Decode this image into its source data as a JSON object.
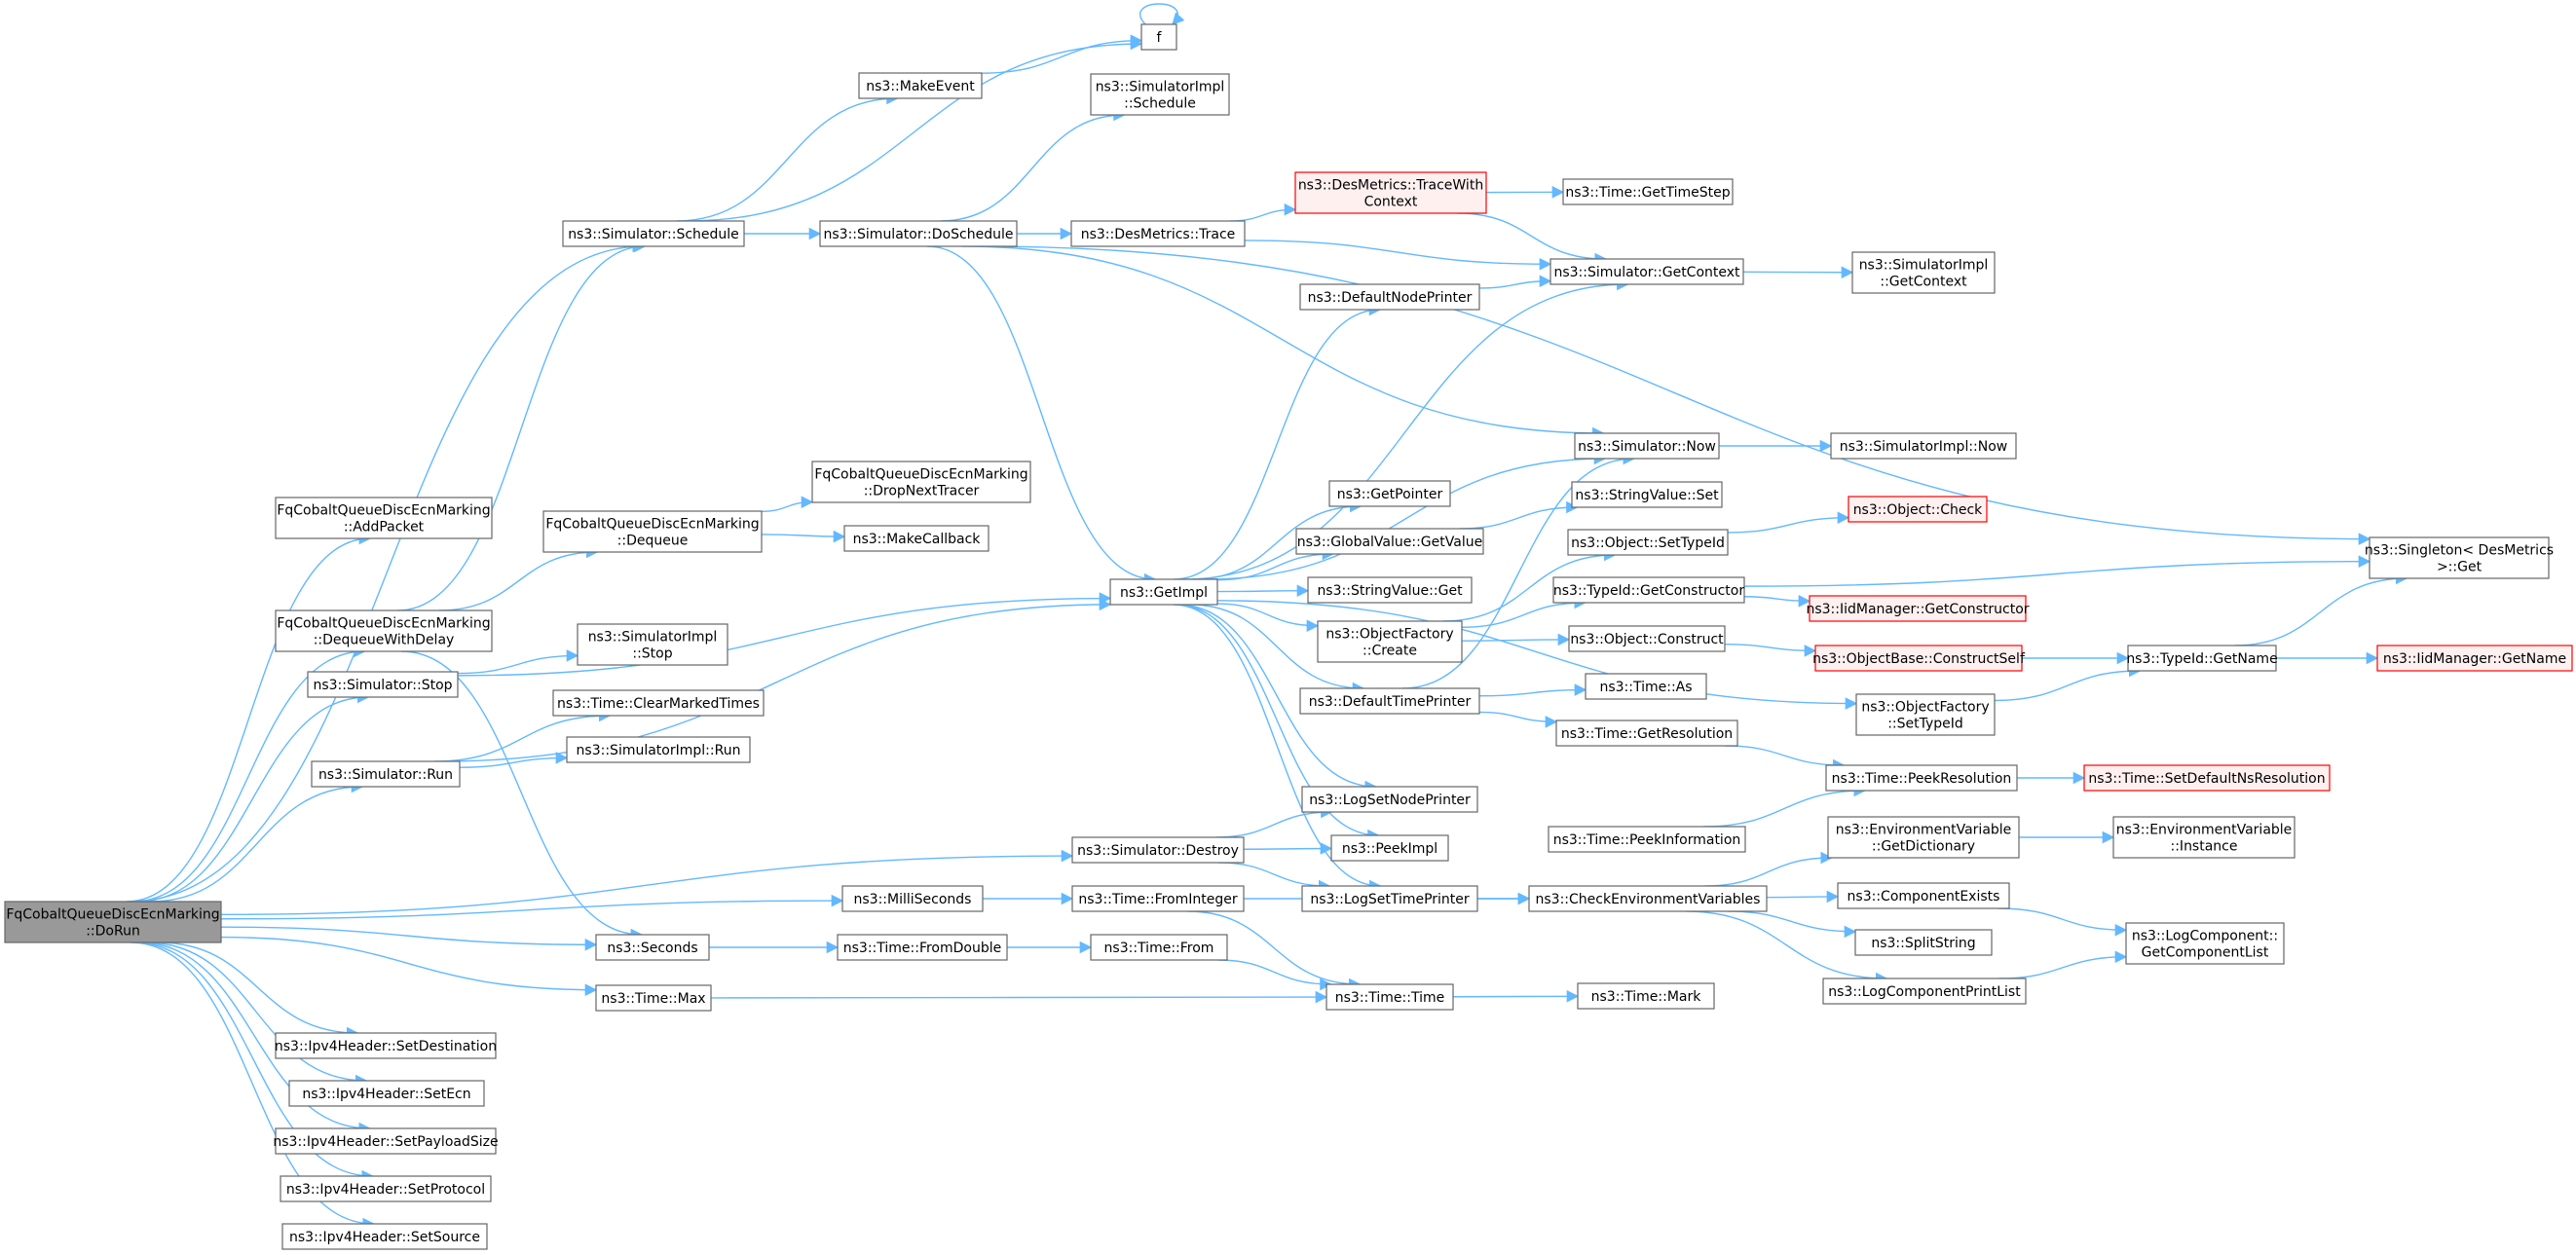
{
  "graph": {
    "edge_color": "#63b8ff",
    "node_border_color": "#666666",
    "root_fill_color": "#999999",
    "highlight_border_color": "#ff0000",
    "nodes": [
      {
        "id": "dorun",
        "lines": [
          "FqCobaltQueueDiscEcnMarking",
          "::DoRun"
        ],
        "style": "root"
      },
      {
        "id": "addpacket",
        "lines": [
          "FqCobaltQueueDiscEcnMarking",
          "::AddPacket"
        ]
      },
      {
        "id": "dequeuewithdelay",
        "lines": [
          "FqCobaltQueueDiscEcnMarking",
          "::DequeueWithDelay"
        ]
      },
      {
        "id": "simstop",
        "lines": [
          "ns3::Simulator::Stop"
        ]
      },
      {
        "id": "simrun",
        "lines": [
          "ns3::Simulator::Run"
        ]
      },
      {
        "id": "setdest",
        "lines": [
          "ns3::Ipv4Header::SetDestination"
        ]
      },
      {
        "id": "setecn",
        "lines": [
          "ns3::Ipv4Header::SetEcn"
        ]
      },
      {
        "id": "setpayload",
        "lines": [
          "ns3::Ipv4Header::SetPayloadSize"
        ]
      },
      {
        "id": "setproto",
        "lines": [
          "ns3::Ipv4Header::SetProtocol"
        ]
      },
      {
        "id": "setsource",
        "lines": [
          "ns3::Ipv4Header::SetSource"
        ]
      },
      {
        "id": "simschedule",
        "lines": [
          "ns3::Simulator::Schedule"
        ]
      },
      {
        "id": "dequeue",
        "lines": [
          "FqCobaltQueueDiscEcnMarking",
          "::Dequeue"
        ]
      },
      {
        "id": "implstop",
        "lines": [
          "ns3::SimulatorImpl",
          "::Stop"
        ]
      },
      {
        "id": "clearmarked",
        "lines": [
          "ns3::Time::ClearMarkedTimes"
        ]
      },
      {
        "id": "implrun",
        "lines": [
          "ns3::SimulatorImpl::Run"
        ]
      },
      {
        "id": "seconds",
        "lines": [
          "ns3::Seconds"
        ]
      },
      {
        "id": "timemax",
        "lines": [
          "ns3::Time::Max"
        ]
      },
      {
        "id": "makeevent",
        "lines": [
          "ns3::MakeEvent"
        ]
      },
      {
        "id": "f",
        "lines": [
          "f"
        ]
      },
      {
        "id": "implschedule",
        "lines": [
          "ns3::SimulatorImpl",
          "::Schedule"
        ]
      },
      {
        "id": "doschedule",
        "lines": [
          "ns3::Simulator::DoSchedule"
        ]
      },
      {
        "id": "dropnext",
        "lines": [
          "FqCobaltQueueDiscEcnMarking",
          "::DropNextTracer"
        ]
      },
      {
        "id": "makecallback",
        "lines": [
          "ns3::MakeCallback"
        ]
      },
      {
        "id": "milliseconds",
        "lines": [
          "ns3::MilliSeconds"
        ]
      },
      {
        "id": "fromdouble",
        "lines": [
          "ns3::Time::FromDouble"
        ]
      },
      {
        "id": "getimpl",
        "lines": [
          "ns3::GetImpl"
        ]
      },
      {
        "id": "simdestroy",
        "lines": [
          "ns3::Simulator::Destroy"
        ]
      },
      {
        "id": "frominteger",
        "lines": [
          "ns3::Time::FromInteger"
        ]
      },
      {
        "id": "timefrom",
        "lines": [
          "ns3::Time::From"
        ]
      },
      {
        "id": "destrace",
        "lines": [
          "ns3::DesMetrics::Trace"
        ]
      },
      {
        "id": "defnodeprinter",
        "lines": [
          "ns3::DefaultNodePrinter"
        ]
      },
      {
        "id": "getpointer",
        "lines": [
          "ns3::GetPointer"
        ]
      },
      {
        "id": "gvgetvalue",
        "lines": [
          "ns3::GlobalValue::GetValue"
        ]
      },
      {
        "id": "svget",
        "lines": [
          "ns3::StringValue::Get"
        ]
      },
      {
        "id": "ofcreate",
        "lines": [
          "ns3::ObjectFactory",
          "::Create"
        ]
      },
      {
        "id": "deftimeprinter",
        "lines": [
          "ns3::DefaultTimePrinter"
        ]
      },
      {
        "id": "logsetnodeprinter",
        "lines": [
          "ns3::LogSetNodePrinter"
        ]
      },
      {
        "id": "peekimpl",
        "lines": [
          "ns3::PeekImpl"
        ]
      },
      {
        "id": "logsettimeprinter",
        "lines": [
          "ns3::LogSetTimePrinter"
        ]
      },
      {
        "id": "timetime",
        "lines": [
          "ns3::Time::Time"
        ]
      },
      {
        "id": "tracewithcontext",
        "lines": [
          "ns3::DesMetrics::TraceWith",
          "Context"
        ],
        "style": "red"
      },
      {
        "id": "getcontext",
        "lines": [
          "ns3::Simulator::GetContext"
        ]
      },
      {
        "id": "simnow",
        "lines": [
          "ns3::Simulator::Now"
        ]
      },
      {
        "id": "svset",
        "lines": [
          "ns3::StringValue::Set"
        ]
      },
      {
        "id": "objsettypeid",
        "lines": [
          "ns3::Object::SetTypeId"
        ]
      },
      {
        "id": "getconstructor",
        "lines": [
          "ns3::TypeId::GetConstructor"
        ]
      },
      {
        "id": "objconstruct",
        "lines": [
          "ns3::Object::Construct"
        ]
      },
      {
        "id": "timeas",
        "lines": [
          "ns3::Time::As"
        ]
      },
      {
        "id": "getresolution",
        "lines": [
          "ns3::Time::GetResolution"
        ]
      },
      {
        "id": "peekinformation",
        "lines": [
          "ns3::Time::PeekInformation"
        ]
      },
      {
        "id": "checkenv",
        "lines": [
          "ns3::CheckEnvironmentVariables"
        ]
      },
      {
        "id": "timemark",
        "lines": [
          "ns3::Time::Mark"
        ]
      },
      {
        "id": "gettimestep",
        "lines": [
          "ns3::Time::GetTimeStep"
        ]
      },
      {
        "id": "implgetcontext",
        "lines": [
          "ns3::SimulatorImpl",
          "::GetContext"
        ]
      },
      {
        "id": "implnow",
        "lines": [
          "ns3::SimulatorImpl::Now"
        ]
      },
      {
        "id": "objcheck",
        "lines": [
          "ns3::Object::Check"
        ],
        "style": "red"
      },
      {
        "id": "iidgetconstructor",
        "lines": [
          "ns3::IidManager::GetConstructor"
        ],
        "style": "red"
      },
      {
        "id": "constructself",
        "lines": [
          "ns3::ObjectBase::ConstructSelf"
        ],
        "style": "red"
      },
      {
        "id": "ofsettypeid",
        "lines": [
          "ns3::ObjectFactory",
          "::SetTypeId"
        ]
      },
      {
        "id": "peekresolution",
        "lines": [
          "ns3::Time::PeekResolution"
        ]
      },
      {
        "id": "envgetdict",
        "lines": [
          "ns3::EnvironmentVariable",
          "::GetDictionary"
        ]
      },
      {
        "id": "compexists",
        "lines": [
          "ns3::ComponentExists"
        ]
      },
      {
        "id": "splitstring",
        "lines": [
          "ns3::SplitString"
        ]
      },
      {
        "id": "logprintlist",
        "lines": [
          "ns3::LogComponentPrintList"
        ]
      },
      {
        "id": "singletonget",
        "lines": [
          "ns3::Singleton< DesMetrics",
          " >::Get"
        ]
      },
      {
        "id": "typeidgetname",
        "lines": [
          "ns3::TypeId::GetName"
        ]
      },
      {
        "id": "setdefaultres",
        "lines": [
          "ns3::Time::SetDefaultNsResolution"
        ],
        "style": "red"
      },
      {
        "id": "envinstance",
        "lines": [
          "ns3::EnvironmentVariable",
          "::Instance"
        ]
      },
      {
        "id": "logcomplist",
        "lines": [
          "ns3::LogComponent::",
          "GetComponentList"
        ]
      },
      {
        "id": "iidgetname",
        "lines": [
          "ns3::IidManager::GetName"
        ],
        "style": "red"
      }
    ],
    "edges": [
      [
        "dorun",
        "addpacket"
      ],
      [
        "dorun",
        "dequeuewithdelay"
      ],
      [
        "dorun",
        "simschedule"
      ],
      [
        "dorun",
        "simstop"
      ],
      [
        "dorun",
        "simrun"
      ],
      [
        "dorun",
        "simdestroy"
      ],
      [
        "dorun",
        "milliseconds"
      ],
      [
        "dorun",
        "seconds"
      ],
      [
        "dorun",
        "timemax"
      ],
      [
        "dorun",
        "setdest"
      ],
      [
        "dorun",
        "setecn"
      ],
      [
        "dorun",
        "setpayload"
      ],
      [
        "dorun",
        "setproto"
      ],
      [
        "dorun",
        "setsource"
      ],
      [
        "dequeuewithdelay",
        "dequeue"
      ],
      [
        "dequeuewithdelay",
        "simschedule"
      ],
      [
        "dequeuewithdelay",
        "seconds"
      ],
      [
        "simstop",
        "getimpl"
      ],
      [
        "simstop",
        "implstop"
      ],
      [
        "simrun",
        "getimpl"
      ],
      [
        "simrun",
        "clearmarked"
      ],
      [
        "simrun",
        "implrun"
      ],
      [
        "simschedule",
        "makeevent"
      ],
      [
        "simschedule",
        "f"
      ],
      [
        "simschedule",
        "doschedule"
      ],
      [
        "dequeue",
        "dropnext"
      ],
      [
        "dequeue",
        "makecallback"
      ],
      [
        "seconds",
        "fromdouble"
      ],
      [
        "timemax",
        "timetime"
      ],
      [
        "makeevent",
        "f"
      ],
      [
        "f",
        "f"
      ],
      [
        "doschedule",
        "implschedule"
      ],
      [
        "doschedule",
        "destrace"
      ],
      [
        "doschedule",
        "getimpl"
      ],
      [
        "doschedule",
        "simnow"
      ],
      [
        "doschedule",
        "singletonget"
      ],
      [
        "milliseconds",
        "frominteger"
      ],
      [
        "fromdouble",
        "timefrom"
      ],
      [
        "getimpl",
        "defnodeprinter"
      ],
      [
        "getimpl",
        "getcontext"
      ],
      [
        "getimpl",
        "simnow"
      ],
      [
        "getimpl",
        "getpointer"
      ],
      [
        "getimpl",
        "gvgetvalue"
      ],
      [
        "getimpl",
        "svget"
      ],
      [
        "getimpl",
        "ofcreate"
      ],
      [
        "getimpl",
        "deftimeprinter"
      ],
      [
        "getimpl",
        "ofsettypeid"
      ],
      [
        "getimpl",
        "logsetnodeprinter"
      ],
      [
        "getimpl",
        "peekimpl"
      ],
      [
        "getimpl",
        "logsettimeprinter"
      ],
      [
        "simdestroy",
        "logsetnodeprinter"
      ],
      [
        "simdestroy",
        "peekimpl"
      ],
      [
        "simdestroy",
        "logsettimeprinter"
      ],
      [
        "frominteger",
        "timetime"
      ],
      [
        "frominteger",
        "checkenv"
      ],
      [
        "timefrom",
        "timetime"
      ],
      [
        "destrace",
        "tracewithcontext"
      ],
      [
        "destrace",
        "getcontext"
      ],
      [
        "defnodeprinter",
        "getcontext"
      ],
      [
        "gvgetvalue",
        "svset"
      ],
      [
        "ofcreate",
        "objsettypeid"
      ],
      [
        "ofcreate",
        "getconstructor"
      ],
      [
        "ofcreate",
        "objconstruct"
      ],
      [
        "deftimeprinter",
        "simnow"
      ],
      [
        "deftimeprinter",
        "timeas"
      ],
      [
        "deftimeprinter",
        "getresolution"
      ],
      [
        "logsettimeprinter",
        "checkenv"
      ],
      [
        "timetime",
        "timemark"
      ],
      [
        "tracewithcontext",
        "gettimestep"
      ],
      [
        "tracewithcontext",
        "getcontext"
      ],
      [
        "getcontext",
        "implgetcontext"
      ],
      [
        "simnow",
        "implnow"
      ],
      [
        "objsettypeid",
        "objcheck"
      ],
      [
        "getconstructor",
        "iidgetconstructor"
      ],
      [
        "getconstructor",
        "singletonget"
      ],
      [
        "objconstruct",
        "constructself"
      ],
      [
        "getresolution",
        "peekresolution"
      ],
      [
        "peekinformation",
        "peekresolution"
      ],
      [
        "checkenv",
        "envgetdict"
      ],
      [
        "checkenv",
        "compexists"
      ],
      [
        "checkenv",
        "splitstring"
      ],
      [
        "checkenv",
        "logprintlist"
      ],
      [
        "constructself",
        "typeidgetname"
      ],
      [
        "ofsettypeid",
        "typeidgetname"
      ],
      [
        "peekresolution",
        "setdefaultres"
      ],
      [
        "envgetdict",
        "envinstance"
      ],
      [
        "compexists",
        "logcomplist"
      ],
      [
        "logprintlist",
        "logcomplist"
      ],
      [
        "typeidgetname",
        "singletonget"
      ],
      [
        "typeidgetname",
        "iidgetname"
      ]
    ]
  }
}
